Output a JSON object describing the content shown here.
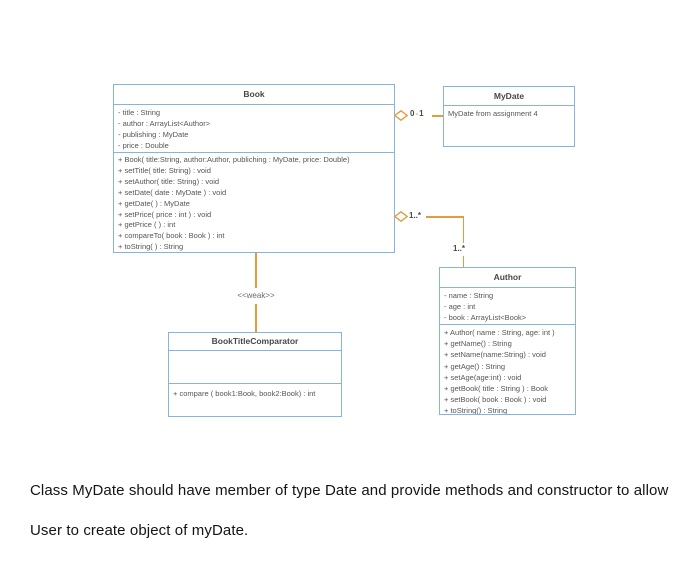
{
  "diagram": {
    "colors": {
      "box_border": "#85b4dc",
      "connector": "#e59b3c",
      "text": "#4d4d4d"
    },
    "book": {
      "name": "Book",
      "attributes": [
        "- title : String",
        "- author : ArrayList<Author>",
        "- publishing : MyDate",
        "- price : Double"
      ],
      "methods": [
        "+ Book( title:String, author:Author, publiching : MyDate, price: Double)",
        "+ setTitle( title: String) : void",
        "+ setAuthor( title: String) : void",
        "+ setDate( date : MyDate ) : void",
        "+ getDate( ) : MyDate",
        "+ setPrice( price : int ) : void",
        "+ getPrice ( ) : int",
        "+ compareTo( book : Book ) : int",
        "+ toString( ) : String"
      ]
    },
    "mydate": {
      "name": "MyDate",
      "note": "MyDate from assignment 4"
    },
    "author": {
      "name": "Author",
      "attributes": [
        "- name : String",
        "- age : int",
        "- book : ArrayList<Book>"
      ],
      "methods": [
        "+ Author( name : String, age: int )",
        "+ getName() : String",
        "+ setName(name:String) : void",
        "+ getAge() : String",
        "+ setAge(age:int) : void",
        "+ getBook( title : String ) : Book",
        "+ setBook( book : Book ) : void",
        "+ toString() : String"
      ]
    },
    "comparator": {
      "name": "BookTitleComparator",
      "methods": [
        "+ compare ( book1:Book, book2:Book) : int"
      ]
    },
    "connectors": {
      "book_mydate": {
        "m0": "0",
        "dash": "-",
        "m1": "1"
      },
      "book_author": {
        "source_mult": "1..*",
        "target_mult": "1..*"
      },
      "book_comparator": {
        "stereotype": "<<weak>>"
      }
    }
  },
  "caption": {
    "line1": "Class MyDate should have member of type Date and provide methods and constructor to allow",
    "line2": "User to create object of myDate."
  }
}
